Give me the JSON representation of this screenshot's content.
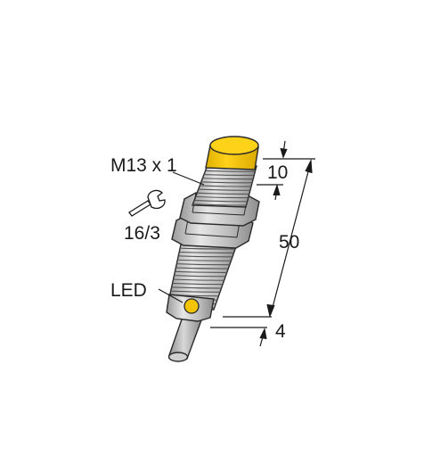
{
  "labels": {
    "thread": "M13 x 1",
    "wrench_size": "16/3",
    "led": "LED",
    "dim_top": "10",
    "dim_total": "50",
    "dim_bottom": "4"
  },
  "icons": {
    "wrench": "wrench-icon"
  },
  "colors": {
    "cap": "#f5c400",
    "led": "#f5c400",
    "body": "#c9c9c9",
    "outline": "#2a2a2a",
    "dimension_line": "#1a1a1a"
  }
}
